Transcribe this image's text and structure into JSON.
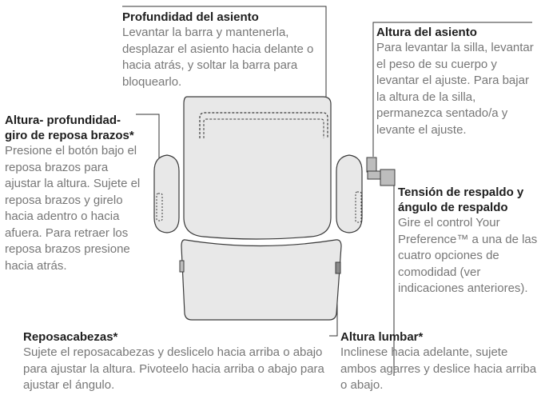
{
  "callouts": {
    "seat_depth": {
      "title": "Profundidad del asiento",
      "text": "Levantar la barra y mantenerla, desplazar el asiento hacia delante o hacia atrás, y soltar la barra para bloquearlo."
    },
    "seat_height": {
      "title": "Altura del asiento",
      "text": "Para levantar la silla, levantar el peso de su cuerpo y levantar el ajuste. Para bajar la altura de la silla, permanezca sentado/a y levante el ajuste."
    },
    "armrest": {
      "title": "Altura- profundidad- giro de reposa brazos*",
      "text": "Presione el botón bajo el reposa brazos para ajustar la altura. Sujete el reposa brazos y girelo hacia adentro o hacia afuera. Para retraer los reposa brazos presione hacia atrás."
    },
    "backrest_tension": {
      "title": "Tensión de respaldo y ángulo de respaldo",
      "text": "Gire el control Your Preference™ a una de las cuatro opciones de comodidad (ver indicaciones anteriores)."
    },
    "headrest": {
      "title": "Reposacabezas*",
      "text": "Sujete el reposacabezas y deslicelo hacia arriba o abajo para ajustar la altura. Pivoteelo hacia arriba o abajo para ajustar el ángulo."
    },
    "lumbar": {
      "title": "Altura lumbar*",
      "text": "Inclinese hacia adelante, sujete ambos agarres y deslice hacia arriba o abajo."
    }
  },
  "colors": {
    "title": "#1e1e1e",
    "body_text": "#777777",
    "chair_fill": "#e8e8e8",
    "chair_stroke": "#3a3a3a"
  }
}
